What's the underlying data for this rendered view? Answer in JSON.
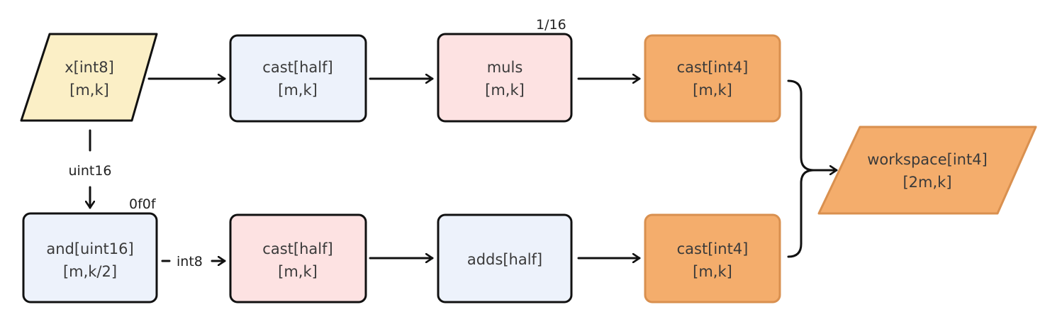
{
  "colors": {
    "input_fill": "#fbefc6",
    "blue_fill": "#edf2fb",
    "pink_fill": "#fde2e2",
    "orange_fill": "#f4ad6c",
    "orange_stroke": "#d9904f",
    "dark_stroke": "#111111"
  },
  "nodes": {
    "x_input": {
      "line1": "x[int8]",
      "line2": "[m,k]"
    },
    "cast_half_top": {
      "line1": "cast[half]",
      "line2": "[m,k]"
    },
    "muls": {
      "line1": "muls",
      "line2": "[m,k]"
    },
    "cast_int4_top": {
      "line1": "cast[int4]",
      "line2": "[m,k]"
    },
    "and_uint16": {
      "line1": "and[uint16]",
      "line2": "[m,k/2]"
    },
    "cast_half_bottom": {
      "line1": "cast[half]",
      "line2": "[m,k]"
    },
    "adds": {
      "line1": "adds[half]"
    },
    "cast_int4_bottom": {
      "line1": "cast[int4]",
      "line2": "[m,k]"
    },
    "workspace": {
      "line1": "workspace[int4]",
      "line2": "[2m,k]"
    }
  },
  "annotations": {
    "muls_scalar": "1/16",
    "and_mask": "0f0f",
    "uint16_label": "uint16",
    "int8_label": "int8"
  }
}
